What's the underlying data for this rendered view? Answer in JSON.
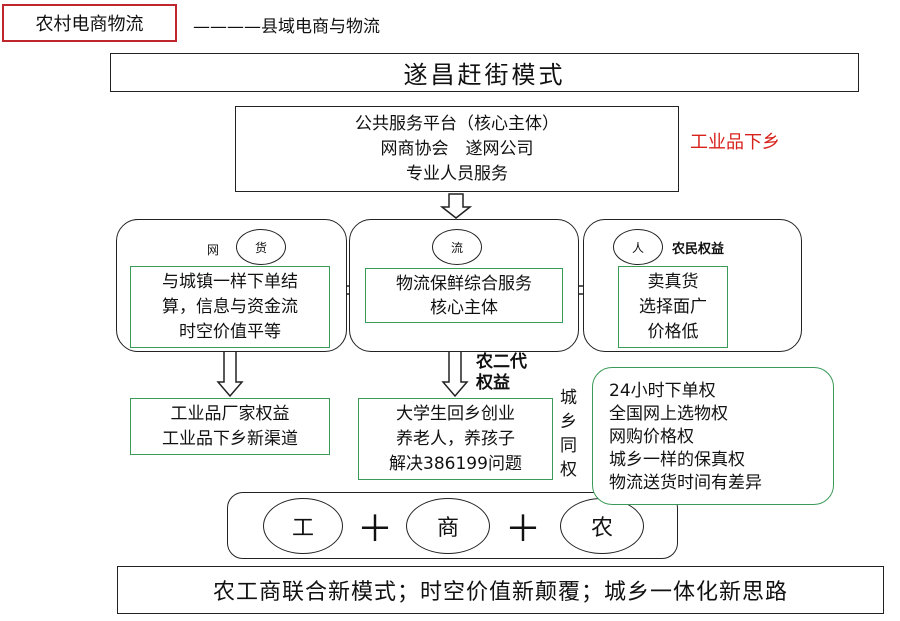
{
  "header": {
    "tag": "农村电商物流",
    "subtitle": "————县域电商与物流"
  },
  "title": "遂昌赶街模式",
  "platform": {
    "lines": [
      "公共服务平台（核心主体）",
      "网商协会　遂网公司",
      "专业人员服务"
    ],
    "side_note": "工业品下乡"
  },
  "panels": {
    "left": {
      "circle_a": "网",
      "circle_b": "货",
      "lines": [
        "与城镇一样下单结",
        "算，信息与资金流",
        "时空价值平等"
      ]
    },
    "middle": {
      "circle": "流",
      "lines": [
        "物流保鲜综合服务",
        "核心主体"
      ]
    },
    "right": {
      "circle": "人",
      "label": "农民权益",
      "lines": [
        "卖真货",
        "选择面广",
        "价格低"
      ]
    }
  },
  "lower": {
    "left": {
      "lines": [
        "工业品厂家权益",
        "工业品下乡新渠道"
      ]
    },
    "middle_label": [
      "农二代",
      "权益"
    ],
    "middle": {
      "lines": [
        "大学生回乡创业",
        "养老人，养孩子",
        "解决386199问题"
      ]
    },
    "vertical_label": [
      "城",
      "乡",
      "同",
      "权"
    ],
    "rights": {
      "lines": [
        "24小时下单权",
        "全国网上选物权",
        "网购价格权",
        "城乡一样的保真权",
        "物流送货时间有差异"
      ]
    }
  },
  "formula": {
    "items": [
      "工",
      "商",
      "农"
    ],
    "operator": "＋"
  },
  "footer": "农工商联合新模式；时空价值新颠覆；城乡一体化新思路",
  "colors": {
    "tag_border": "#c0272d",
    "side_note": "#d8231c",
    "green_border": "#3a9a58"
  }
}
